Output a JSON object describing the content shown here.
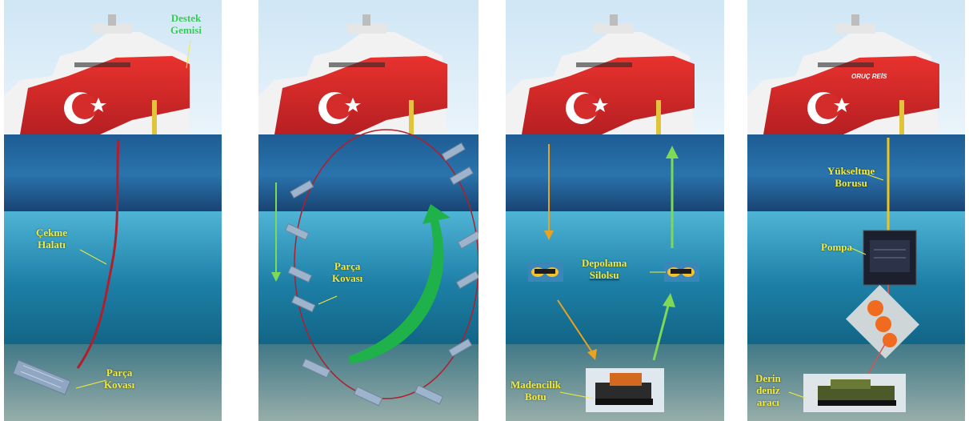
{
  "panels": [
    {
      "labels": {
        "support_ship": [
          "Destek",
          "Gemisi"
        ],
        "pull_rope": [
          "Çekme",
          "Halatı"
        ],
        "part_bucket": [
          "Parça",
          "Kovası"
        ]
      }
    },
    {
      "labels": {
        "part_bucket": [
          "Parça",
          "Kovası"
        ]
      }
    },
    {
      "labels": {
        "storage_silo": [
          "Depolama",
          "Silolsu"
        ],
        "mining_robot": [
          "Madencilik",
          "Botu"
        ]
      }
    },
    {
      "labels": {
        "ship_name": "ORUÇ REİS",
        "riser_pipe": [
          "Yükseltme",
          "Borusu"
        ],
        "pump": [
          "Pompa"
        ],
        "deep_sea_vehicle": [
          "Derin",
          "deniz",
          "aracı"
        ]
      }
    }
  ],
  "colors": {
    "label_yellow": "#f3ea3a",
    "label_green": "#35c95a",
    "hull_red": "#d42b2b",
    "cable_red": "#b01f2b",
    "arrow_green": "#7ed957",
    "arrow_orange": "#e8a321",
    "riser_yellow": "#f0c419"
  }
}
